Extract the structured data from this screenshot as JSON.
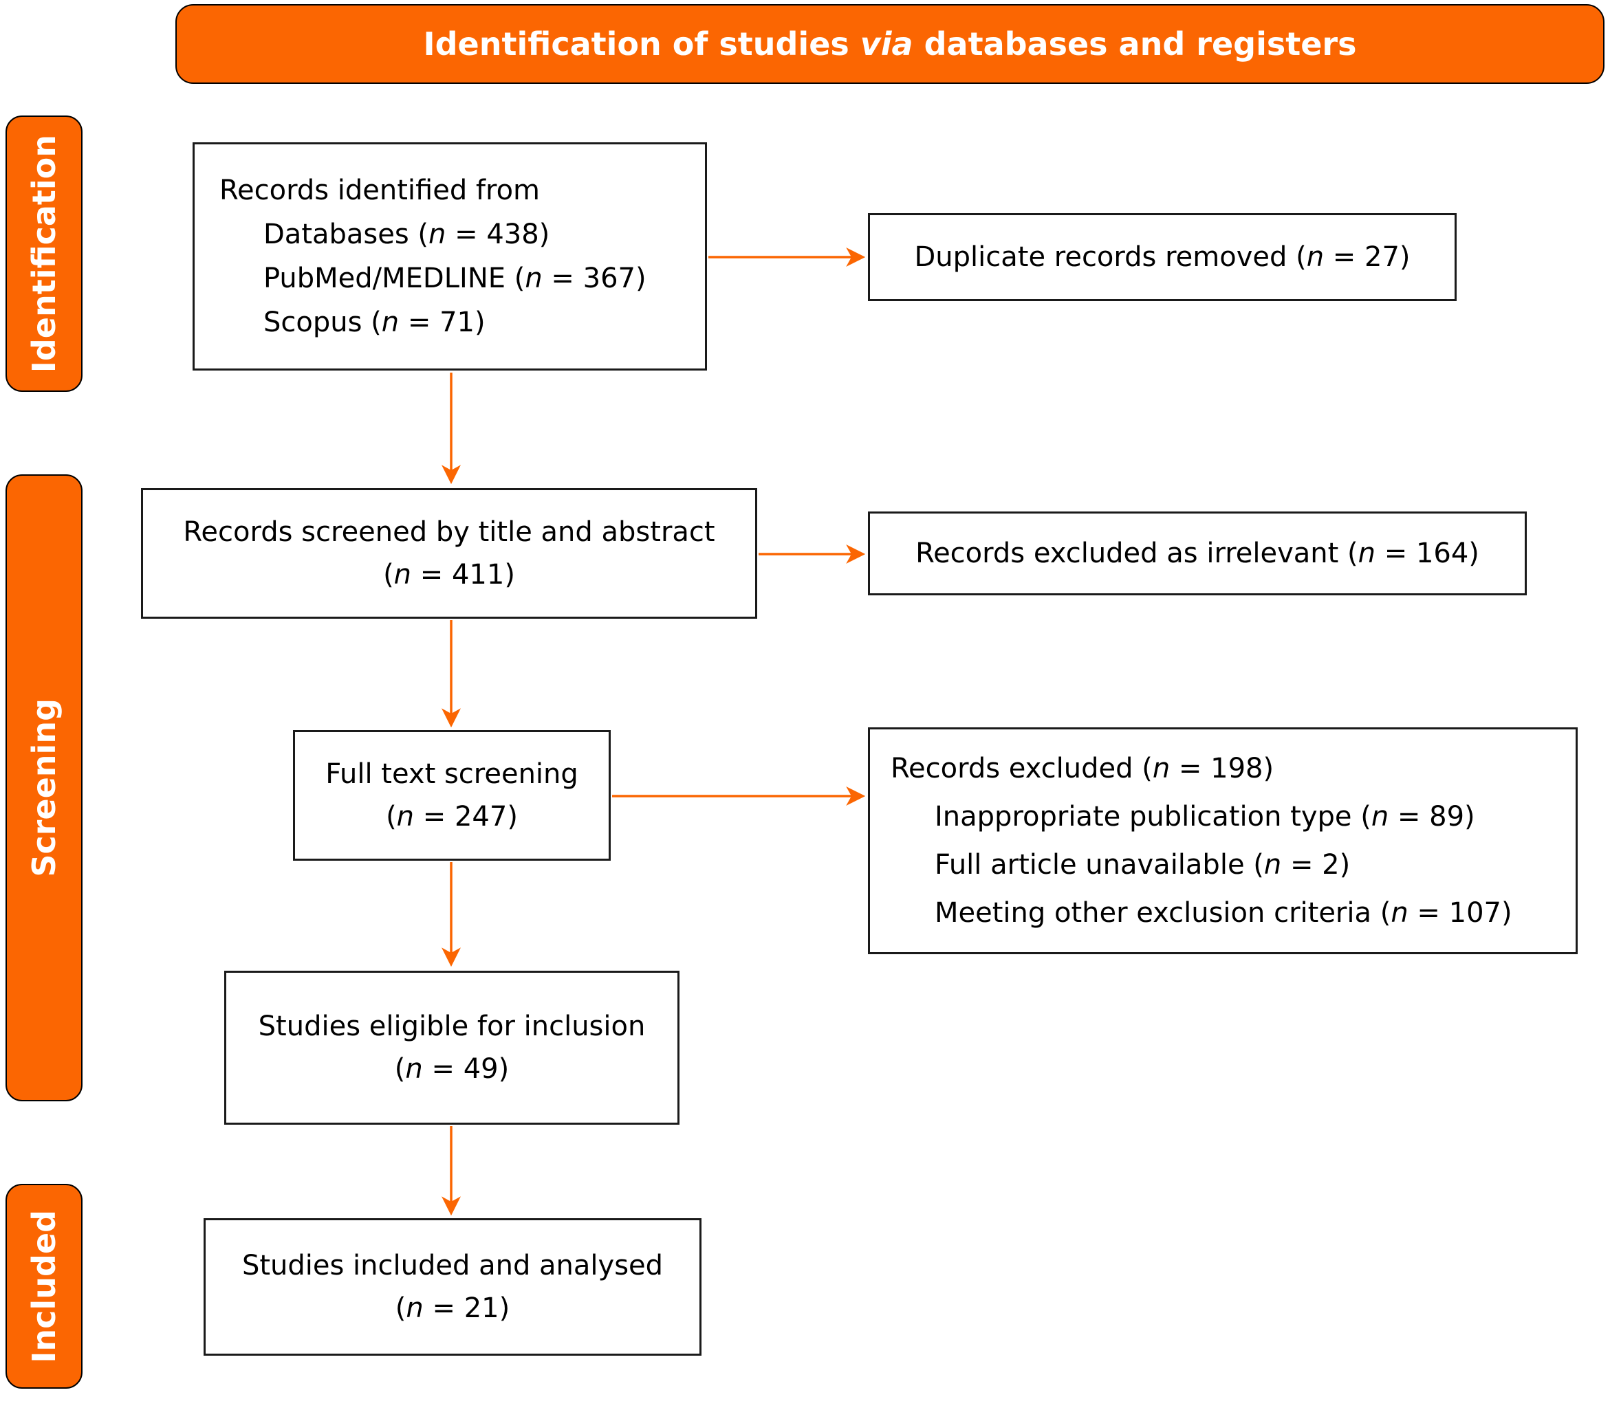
{
  "colors": {
    "accent": "#FB6602",
    "box_border": "#1a1a1a",
    "text": "#000000",
    "banner_text": "#ffffff"
  },
  "banner": {
    "title_segments": [
      "Identification of studies ",
      {
        "t": "via",
        "i": true
      },
      " databases and registers"
    ]
  },
  "sidebar": {
    "labels": [
      {
        "id": "identification",
        "label": "Identification"
      },
      {
        "id": "screening",
        "label": "Screening"
      },
      {
        "id": "included",
        "label": "Included"
      }
    ]
  },
  "boxes": {
    "identified": {
      "lines": [
        [
          "Records identified from"
        ],
        [
          "Databases (",
          {
            "t": "n",
            "i": true
          },
          " = 438)"
        ],
        [
          "PubMed/MEDLINE (",
          {
            "t": "n",
            "i": true
          },
          " = 367)"
        ],
        [
          "Scopus (",
          {
            "t": "n",
            "i": true
          },
          " = 71)"
        ]
      ]
    },
    "duplicates": {
      "lines": [
        [
          "Duplicate records removed (",
          {
            "t": "n",
            "i": true
          },
          " = 27)"
        ]
      ]
    },
    "screened": {
      "lines": [
        [
          "Records screened by title and abstract"
        ],
        [
          "(",
          {
            "t": "n",
            "i": true
          },
          " = 411)"
        ]
      ]
    },
    "irrelevant": {
      "lines": [
        [
          "Records excluded as irrelevant (",
          {
            "t": "n",
            "i": true
          },
          " = 164)"
        ]
      ]
    },
    "fulltext": {
      "lines": [
        [
          "Full text screening"
        ],
        [
          "(",
          {
            "t": "n",
            "i": true
          },
          " = 247)"
        ]
      ]
    },
    "excluded": {
      "lines": [
        [
          "Records excluded (",
          {
            "t": "n",
            "i": true
          },
          " = 198)"
        ],
        [
          "Inappropriate publication type (",
          {
            "t": "n",
            "i": true
          },
          " = 89)"
        ],
        [
          "Full article unavailable (",
          {
            "t": "n",
            "i": true
          },
          " = 2)"
        ],
        [
          "Meeting other exclusion criteria (",
          {
            "t": "n",
            "i": true
          },
          " = 107)"
        ]
      ]
    },
    "eligible": {
      "lines": [
        [
          "Studies eligible for inclusion"
        ],
        [
          "(",
          {
            "t": "n",
            "i": true
          },
          " = 49)"
        ]
      ]
    },
    "included": {
      "lines": [
        [
          "Studies included and analysed"
        ],
        [
          "(",
          {
            "t": "n",
            "i": true
          },
          " = 21)"
        ]
      ]
    }
  }
}
